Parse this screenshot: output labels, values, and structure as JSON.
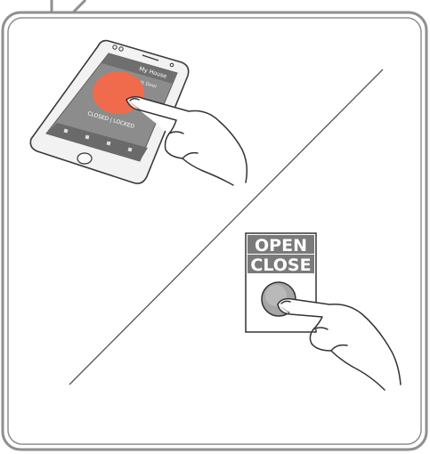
{
  "phone_app": {
    "header_title": "My House",
    "door_name": "Front Door",
    "status": "CLOSED | LOCKED"
  },
  "wall_button": {
    "open_label": "OPEN",
    "close_label": "CLOSE"
  },
  "colors": {
    "frame": "#8f8f8f",
    "phone_screen": "#8c8c8c",
    "action_circle": "#ef6b4b",
    "label_box": "#7a7a7a",
    "button": "#a6a6a6"
  }
}
